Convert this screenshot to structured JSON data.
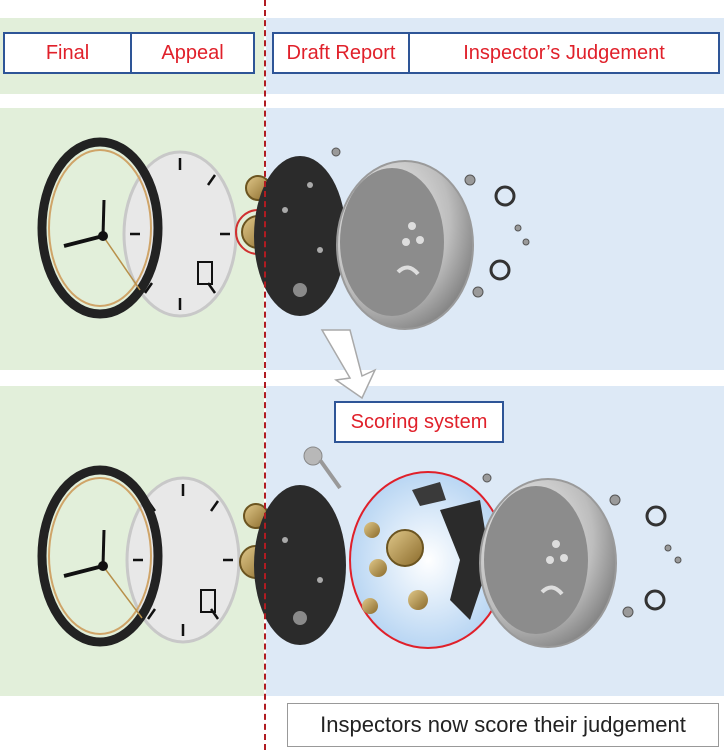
{
  "header": {
    "left_cells": [
      "Final",
      "Appeal"
    ],
    "right_cells": [
      "Draft Report",
      "Inspector’s Judgement"
    ]
  },
  "callout": {
    "label": "Scoring system"
  },
  "footer": {
    "note": "Inspectors now score their judgement"
  },
  "colors": {
    "accent_text": "#e0202a",
    "box_border": "#2e5597",
    "divider": "#b01c22",
    "green_panel": "#e2efda",
    "blue_panel": "#dde9f6",
    "highlight_ring": "#e0202a"
  },
  "icons": [
    "watch-bezel-icon",
    "watch-dial-icon",
    "watch-hands-icon",
    "gear-icon",
    "movement-plate-icon",
    "case-back-icon",
    "screw-icon",
    "down-arrow-icon"
  ]
}
